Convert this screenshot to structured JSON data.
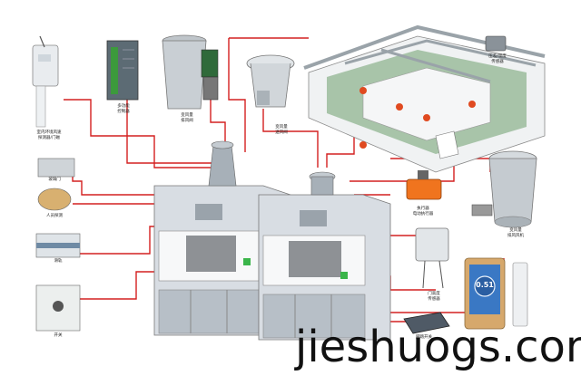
{
  "labels": {
    "wall_sensor": "室内环境风速\n探测器/门磁",
    "controller": "多功能\n控制器",
    "exhaust_valve": "变风量\n排风阀",
    "supply_valve": "变风量\n送风阀",
    "room_sensor": "压差/温度\n传感器",
    "sash_sensor": "玻璃门",
    "person_sensor": "人员探测",
    "rail": "滑轨",
    "door_switch": "开关",
    "actuator": "执行器\n电动执行器",
    "junction_box": "门高度\n传感器",
    "exhaust_fan": "变风量\n排风风机",
    "panel_value": "0.51",
    "foot_switch": "脚踏开关",
    "watermark": "jieshuogs.com"
  },
  "colors": {
    "wire": "#d42020",
    "cabinet": "#d8dde3",
    "cabinet_dark": "#a9b1ba",
    "panel_screen": "#3a78c4"
  }
}
